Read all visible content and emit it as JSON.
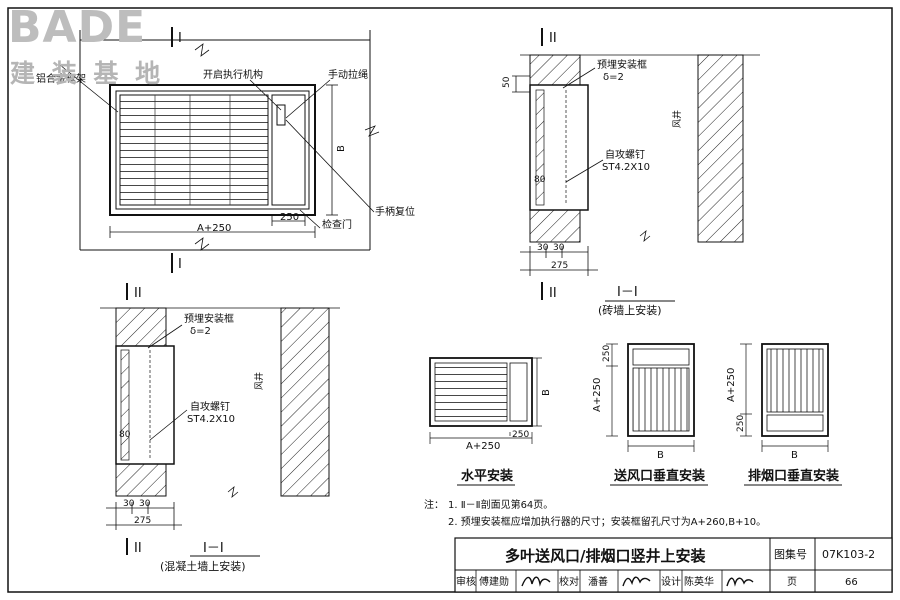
{
  "watermark": {
    "brand": "BADE",
    "subtitle": "建 装 基 地"
  },
  "top_view": {
    "section_mark_top": "I",
    "section_mark_bottom": "I",
    "label_frame": "铝合金框架",
    "label_actuator": "开启执行机构",
    "label_pull": "手动拉绳",
    "label_reset": "手柄复位",
    "label_door": "检查门",
    "dim_width": "A+250",
    "dim_door": "250",
    "dim_height": "B"
  },
  "brick": {
    "section_mark_top": "II",
    "section_mark_bottom": "II",
    "label_frame": "预埋安装框",
    "label_delta": "δ=2",
    "label_screw": "自攻螺钉",
    "label_screw_spec": "ST4.2X10",
    "label_shaft": "风井",
    "dim_top": "50",
    "dim_80": "80",
    "dim_30a": "30",
    "dim_30b": "30",
    "dim_total": "275",
    "section_title": "I－I",
    "caption": "(砖墙上安装)"
  },
  "concrete": {
    "section_mark_top": "II",
    "section_mark_bottom": "II",
    "label_frame": "预埋安装框",
    "label_delta": "δ=2",
    "label_screw": "自攻螺钉",
    "label_screw_spec": "ST4.2X10",
    "label_shaft": "风井",
    "dim_80": "80",
    "dim_30a": "30",
    "dim_30b": "30",
    "dim_total": "275",
    "section_title": "I－I",
    "caption": "(混凝土墙上安装)"
  },
  "variants": [
    {
      "caption": "水平安装",
      "dim_w": "A+250",
      "dim_small": "250",
      "dim_h": "B"
    },
    {
      "caption": "送风口垂直安装",
      "dim_small": "250",
      "dim_h": "A+250",
      "dim_w": "B"
    },
    {
      "caption": "排烟口垂直安装",
      "dim_small": "250",
      "dim_h": "A+250",
      "dim_w": "B"
    }
  ],
  "notes": {
    "prefix": "注：",
    "n1": "1. Ⅱ－Ⅱ剖面见第64页。",
    "n2": "2. 预埋安装框应增加执行器的尺寸；安装框留孔尺寸为A+260,B+10。"
  },
  "title_block": {
    "title": "多叶送风口/排烟口竖井上安装",
    "atlas_label": "图集号",
    "atlas_no": "07K103-2",
    "review_label": "审核",
    "reviewer": "傅建勋",
    "check_label": "校对",
    "checker": "潘善",
    "design_label": "设计",
    "designer": "陈英华",
    "page_label": "页",
    "page_no": "66"
  }
}
